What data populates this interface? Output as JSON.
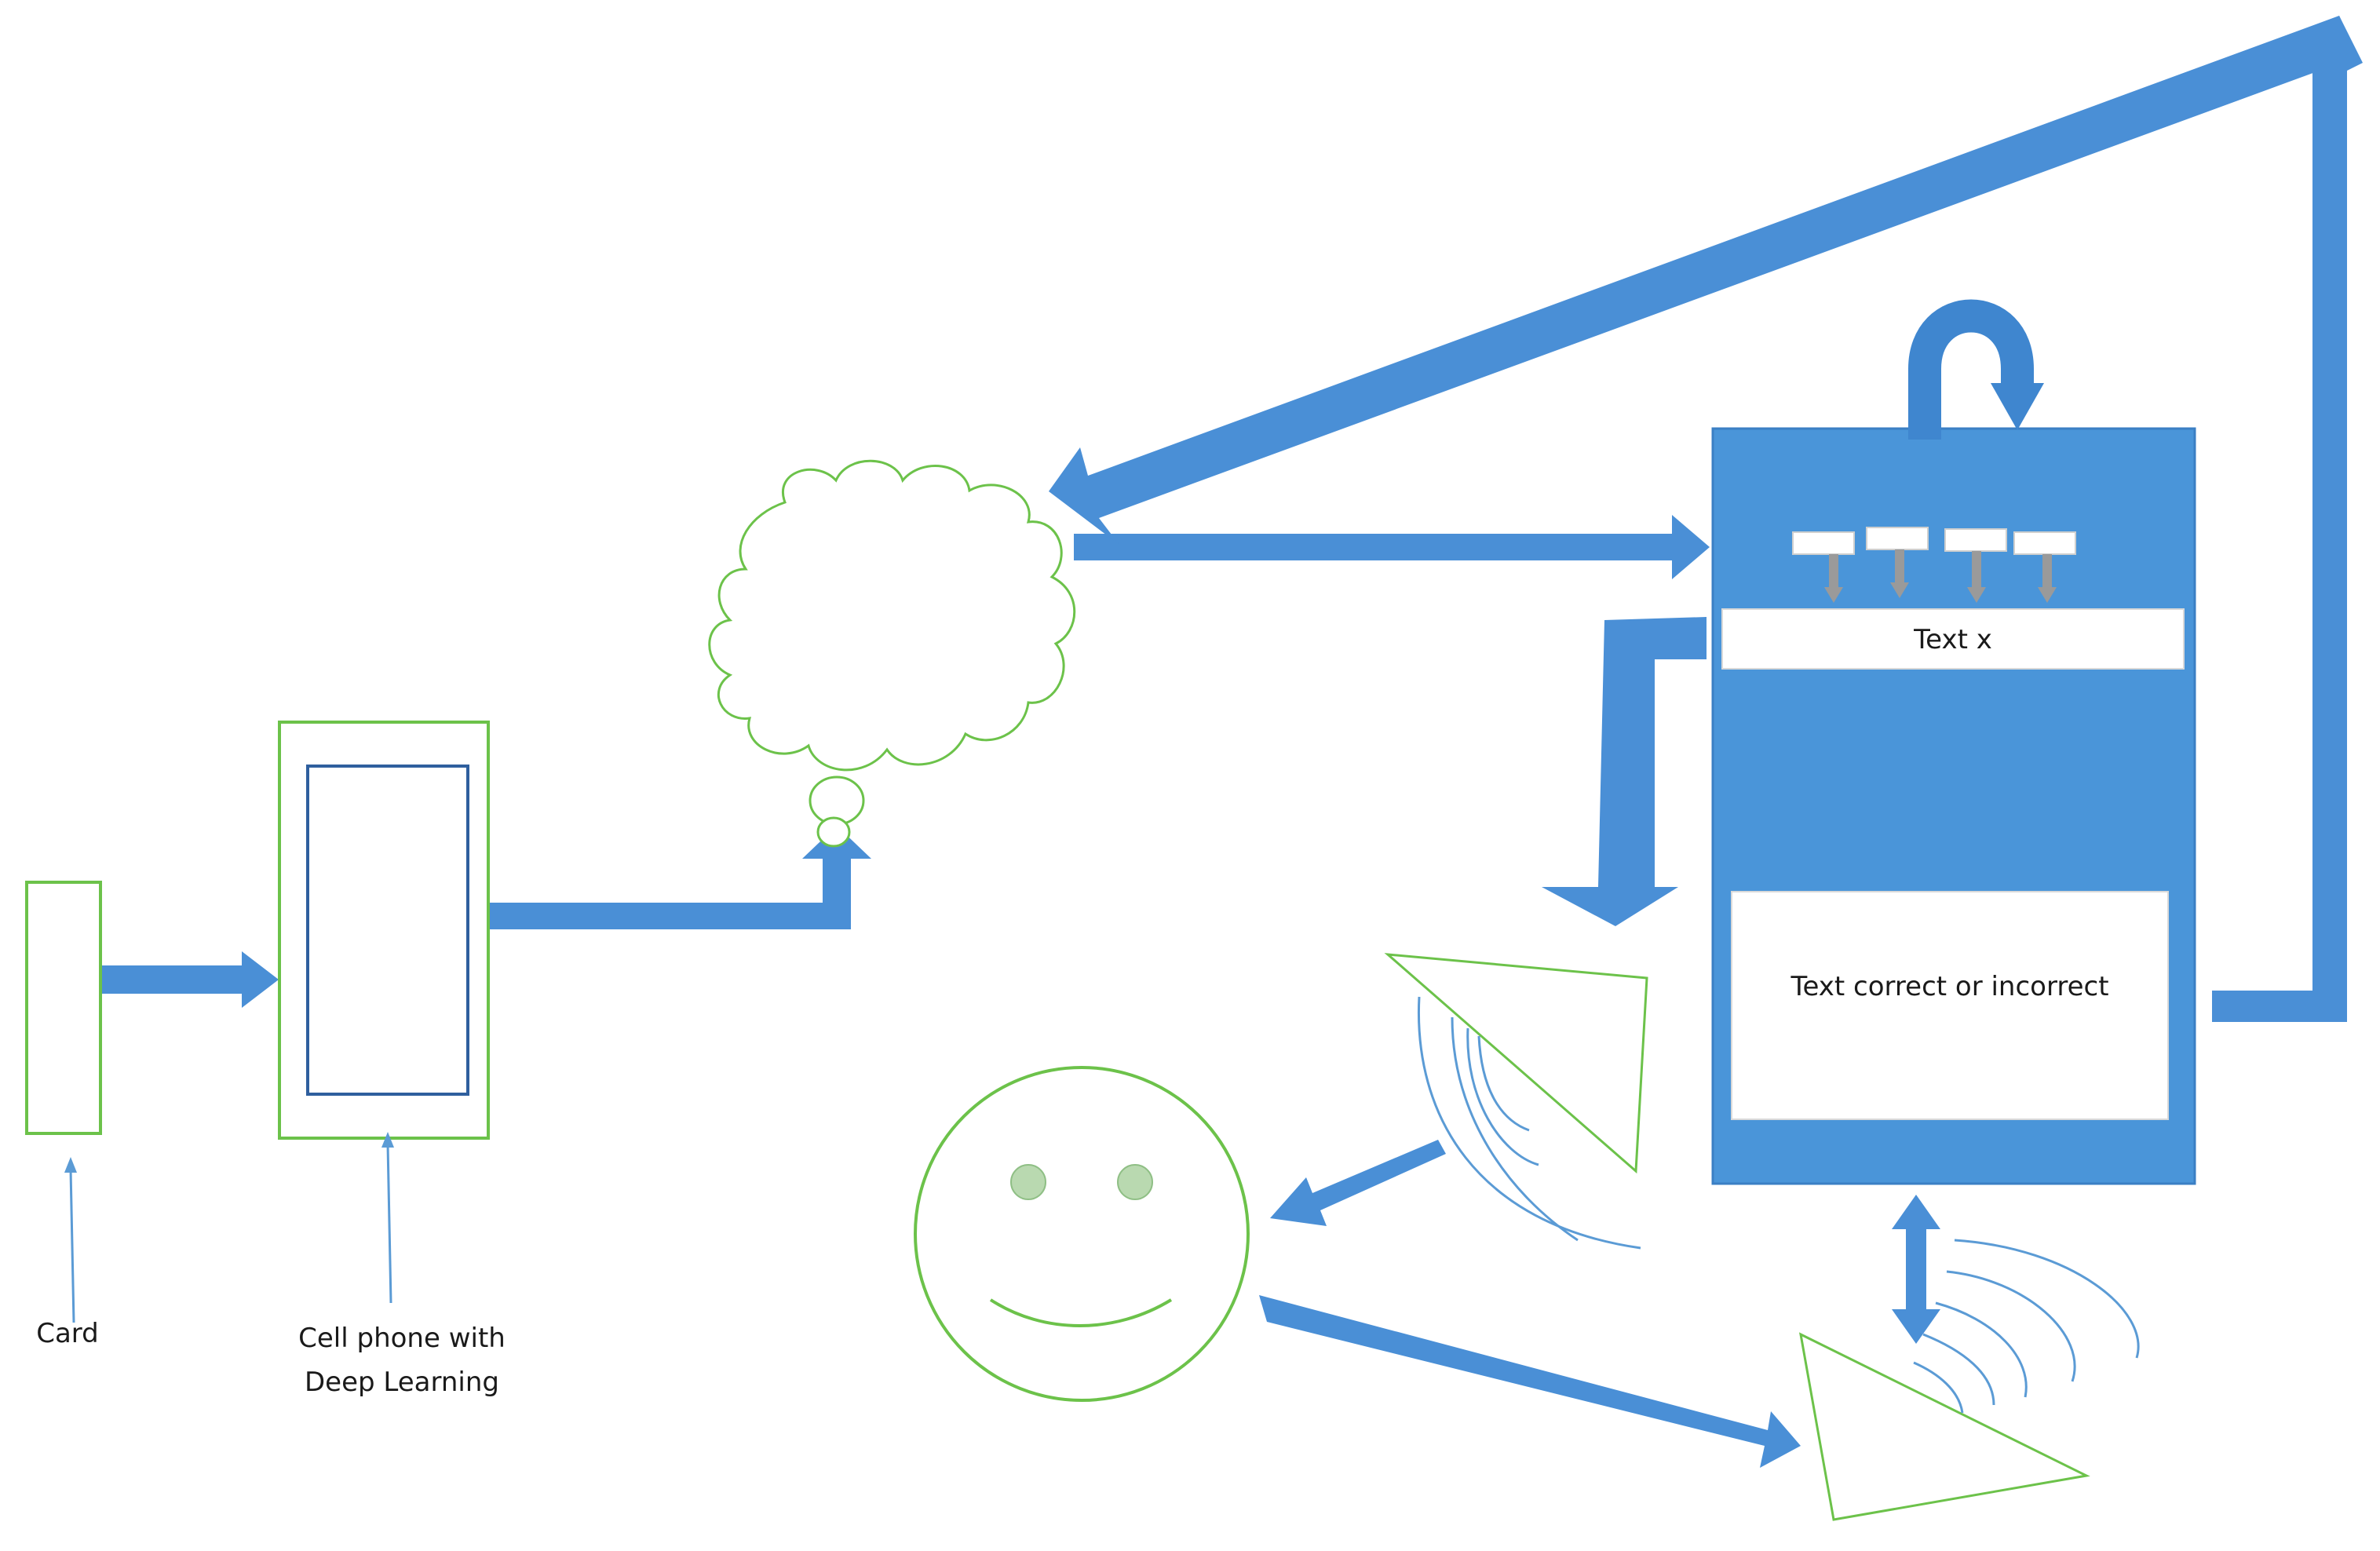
{
  "labels": {
    "card": "Card",
    "phone_line1": "Cell phone with",
    "phone_line2": "Deep Learning",
    "text_x": "Text x",
    "text_result": "Text correct or incorrect"
  },
  "colors": {
    "arrow_blue": "#4a8fd6",
    "panel_blue": "#4a95d9",
    "outline_green": "#6cc24a",
    "phone_inner_border": "#2f5f9e",
    "thin_blue": "#5b9bd5",
    "eye_fill": "#b9d9b0",
    "key_stem": "#9a9a9a"
  },
  "icons": {
    "cloud": "cloud-icon",
    "smiley": "smiley-face-icon",
    "speaker_top": "speaker-icon",
    "speaker_bottom": "speaker-icon",
    "loop": "circular-arrow-icon"
  }
}
